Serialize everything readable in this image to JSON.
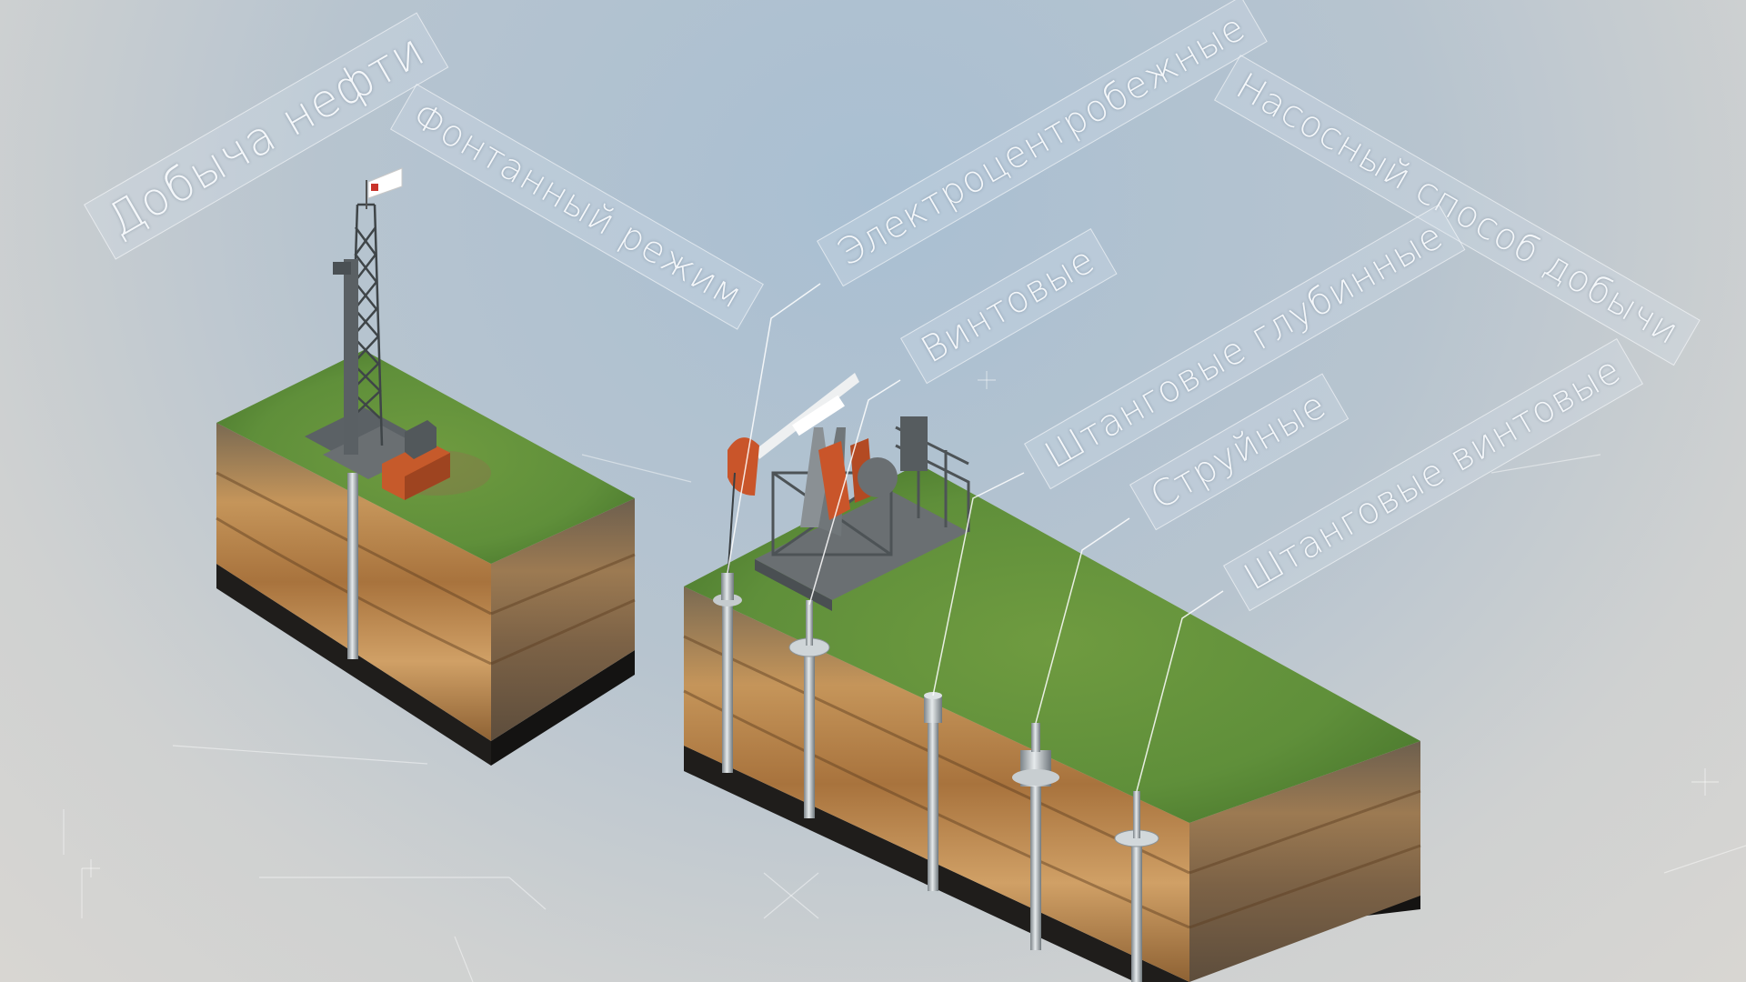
{
  "labels": {
    "oil_production": "Добыча нефти",
    "flowing_mode": "Фонтанный режим",
    "pumping_method": "Насосный способ добычи",
    "electric_centrifugal": "Электроцентробежные",
    "screw": "Винтовые",
    "rod_deep": "Штанговые глубинные",
    "jet": "Струйные",
    "rod_screw": "Штанговые винтовые"
  },
  "colors": {
    "grass": "#5f8f3a",
    "soil": "#b5824a",
    "bedrock": "#1f1d1b",
    "derrick": "#4d5356",
    "accent": "#c9552a"
  }
}
